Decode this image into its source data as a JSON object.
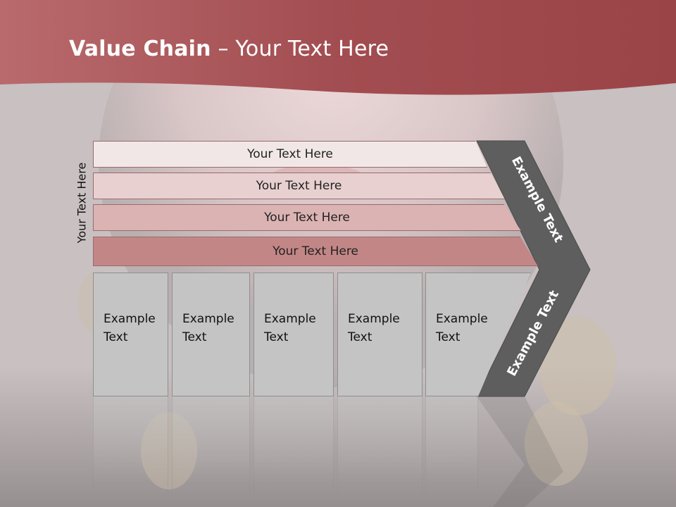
{
  "title": {
    "bold": "Value Chain",
    "rest": " – Your Text Here"
  },
  "side_label": "Your Text Here",
  "bars": [
    {
      "label": "Your Text Here",
      "color": "#f1e7e7"
    },
    {
      "label": "Your Text Here",
      "color": "#e8d0d0"
    },
    {
      "label": "Your Text Here",
      "color": "#dcb3b3"
    },
    {
      "label": "Your Text Here",
      "color": "#c38686"
    }
  ],
  "boxes": [
    {
      "line1": "Example",
      "line2": "Text"
    },
    {
      "line1": "Example",
      "line2": "Text"
    },
    {
      "line1": "Example",
      "line2": "Text"
    },
    {
      "line1": "Example",
      "line2": "Text"
    },
    {
      "line1": "Example",
      "line2": "Text"
    }
  ],
  "chevron": {
    "top_label": "Example Text",
    "bottom_label": "Example Text",
    "color": "#5e5e5e"
  },
  "colors": {
    "header": "#a04a4e",
    "header_light": "#b96a6c"
  }
}
